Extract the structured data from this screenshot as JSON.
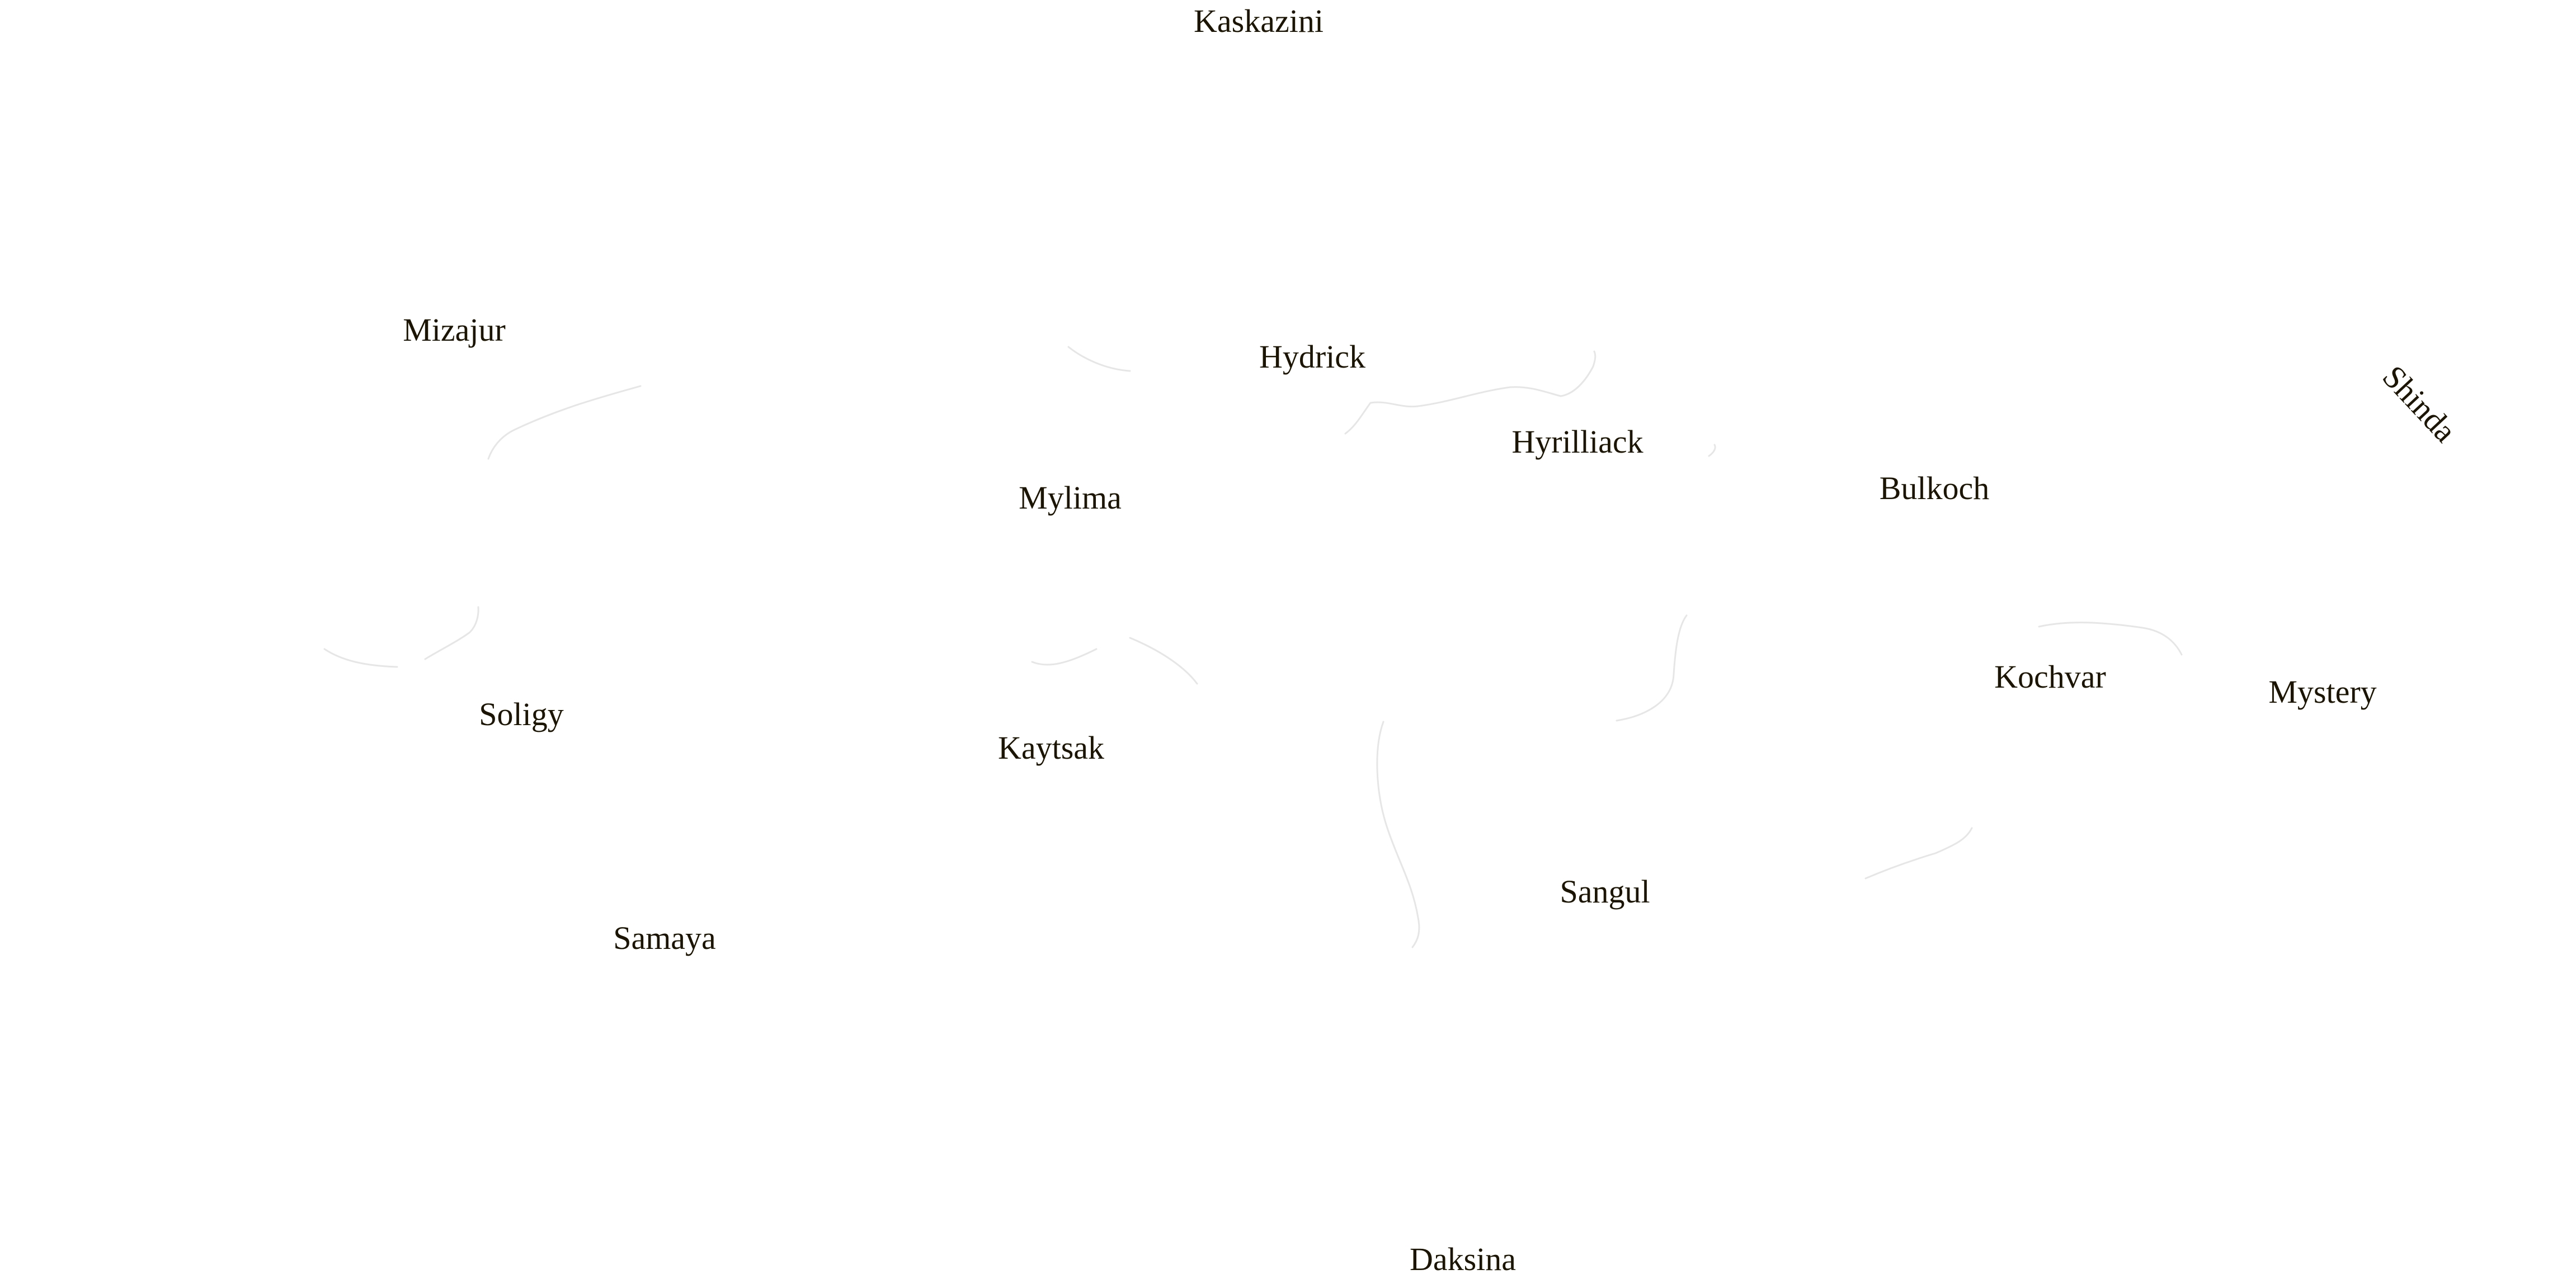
{
  "map": {
    "label_color": "#1a1400",
    "border_color": "#e6e6e6",
    "background": "#ffffff",
    "labels": {
      "kaskazini": "Kaskazini",
      "mizajur": "Mizajur",
      "hydrick": "Hydrick",
      "hyrilliack": "Hyrilliack",
      "shinda": "Shinda",
      "bulkoch": "Bulkoch",
      "mylima": "Mylima",
      "soligy": "Soligy",
      "kaytsak": "Kaytsak",
      "kochvar": "Kochvar",
      "mystery": "Mystery",
      "sangul": "Sangul",
      "samaya": "Samaya",
      "daksina": "Daksina"
    }
  }
}
